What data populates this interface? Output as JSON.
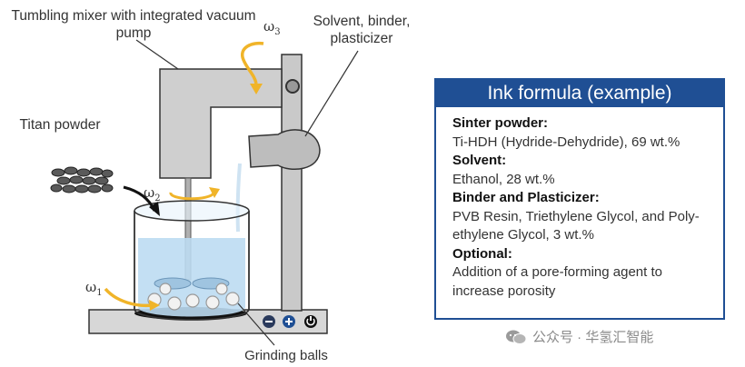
{
  "labels": {
    "mixer": "Tumbling mixer with integrated vacuum pump",
    "solvent": "Solvent, binder, plasticizer",
    "titan": "Titan powder",
    "grinding": "Grinding balls",
    "omega_symbol": "ω",
    "omega3_sub": "3",
    "omega2_sub": "2",
    "omega1_sub": "1"
  },
  "ink_formula": {
    "title": "Ink formula (example)",
    "sections": [
      {
        "heading": "Sinter powder:",
        "text": "Ti-HDH (Hydride-Dehydride), 69 wt.%"
      },
      {
        "heading": "Solvent:",
        "text": "Ethanol, 28 wt.%"
      },
      {
        "heading": "Binder and Plasticizer:",
        "text": "PVB Resin, Triethylene Glycol, and Poly-ethylene Glycol, 3 wt.%"
      },
      {
        "heading": "Optional:",
        "text": "Addition of a pore-forming agent to increase porosity"
      }
    ]
  },
  "watermark": {
    "text": "公众号 · 华氢汇智能"
  },
  "colors": {
    "accent": "#1f4f94",
    "arrow": "#f0b429",
    "liquid": "#bcdcf2",
    "metal": "#c8c8c8"
  }
}
